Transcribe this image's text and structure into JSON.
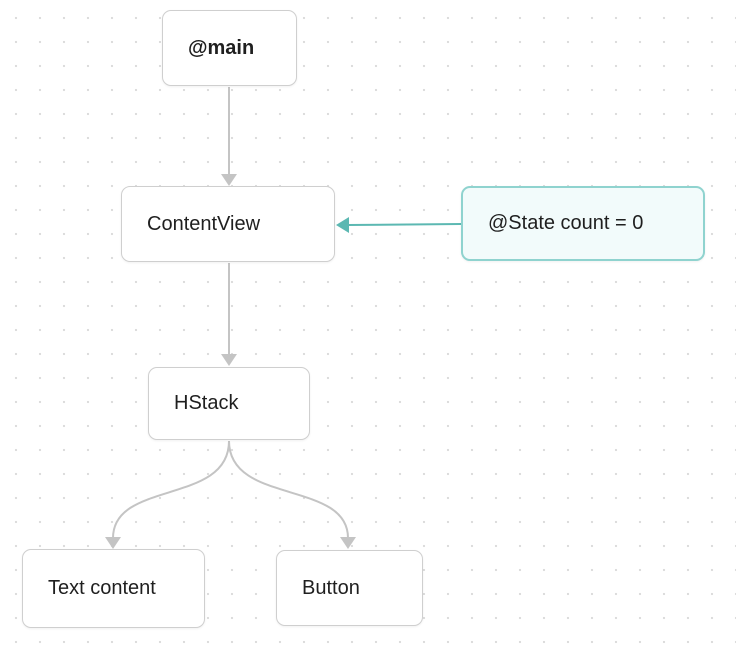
{
  "diagram": {
    "nodes": {
      "main": "@main",
      "content_view": "ContentView",
      "state": "@State count = 0",
      "hstack": "HStack",
      "text_content": "Text content",
      "button": "Button"
    },
    "edges": [
      {
        "from": "@main",
        "to": "ContentView"
      },
      {
        "from": "@State count = 0",
        "to": "ContentView"
      },
      {
        "from": "ContentView",
        "to": "HStack"
      },
      {
        "from": "HStack",
        "to": "Text content"
      },
      {
        "from": "HStack",
        "to": "Button"
      }
    ],
    "colors": {
      "edge": "#c4c4c4",
      "state_edge": "#5cb8b2",
      "state_border": "#8fd3cf",
      "state_fill": "#f2fbfb",
      "node_border": "#cfcfcf"
    }
  }
}
